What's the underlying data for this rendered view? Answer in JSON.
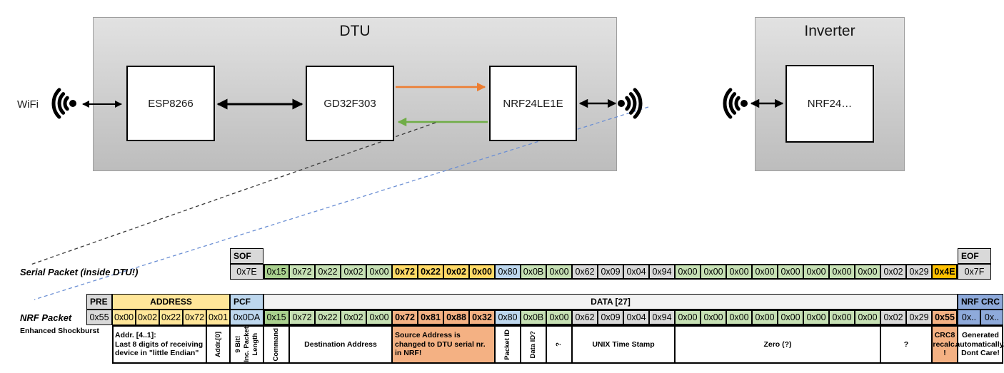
{
  "colors": {
    "box_gray": "#d2d2d2",
    "cell_gray": "#D9D9D9",
    "cell_green_dark": "#A9D08E",
    "cell_green": "#C6E0B4",
    "cell_yellow_bold": "#FFD966",
    "cell_gold": "#FFC000",
    "cell_salmon": "#F4B183",
    "cell_blue_light": "#BDD7EE",
    "cell_blue_mid": "#8EAADB",
    "header_yellow": "#FFE699",
    "header_data": "#F2F2F2",
    "arrow_orange": "#ED7D31",
    "arrow_green": "#70AD47",
    "dashed_blue": "#6B8FD4"
  },
  "diagram": {
    "wifi_label": "WiFi",
    "dtu": {
      "title": "DTU",
      "chips": [
        "ESP8266",
        "GD32F303",
        "NRF24LE1E"
      ]
    },
    "inverter": {
      "title": "Inverter",
      "chips": [
        "NRF24…"
      ]
    },
    "icons": [
      "wifi-signal-icon",
      "wifi-signal-icon",
      "wifi-signal-icon"
    ]
  },
  "serial_packet": {
    "label": "Serial Packet (inside DTU!)",
    "sof_header": "SOF",
    "sof_value": "0x7E",
    "eof_header": "EOF",
    "eof_value": "0x7F",
    "bytes": [
      {
        "v": "0x15",
        "c": "gdark"
      },
      {
        "v": "0x72",
        "c": "green"
      },
      {
        "v": "0x22",
        "c": "green"
      },
      {
        "v": "0x02",
        "c": "green"
      },
      {
        "v": "0x00",
        "c": "green"
      },
      {
        "v": "0x72",
        "c": "yellow"
      },
      {
        "v": "0x22",
        "c": "yellow"
      },
      {
        "v": "0x02",
        "c": "yellow"
      },
      {
        "v": "0x00",
        "c": "yellow"
      },
      {
        "v": "0x80",
        "c": "blue"
      },
      {
        "v": "0x0B",
        "c": "green"
      },
      {
        "v": "0x00",
        "c": "green"
      },
      {
        "v": "0x62",
        "c": "gray"
      },
      {
        "v": "0x09",
        "c": "gray"
      },
      {
        "v": "0x04",
        "c": "gray"
      },
      {
        "v": "0x94",
        "c": "gray"
      },
      {
        "v": "0x00",
        "c": "green"
      },
      {
        "v": "0x00",
        "c": "green"
      },
      {
        "v": "0x00",
        "c": "green"
      },
      {
        "v": "0x00",
        "c": "green"
      },
      {
        "v": "0x00",
        "c": "green"
      },
      {
        "v": "0x00",
        "c": "green"
      },
      {
        "v": "0x00",
        "c": "green"
      },
      {
        "v": "0x00",
        "c": "green"
      },
      {
        "v": "0x02",
        "c": "gray"
      },
      {
        "v": "0x29",
        "c": "gray"
      },
      {
        "v": "0x4E",
        "c": "gold"
      }
    ]
  },
  "nrf_packet": {
    "label": "NRF Packet",
    "sublabel": "Enhanced Shockburst",
    "pre_header": "PRE",
    "pre_value": "0x55",
    "address_header": "ADDRESS",
    "address_bytes": [
      "0x00",
      "0x02",
      "0x22",
      "0x72",
      "0x01"
    ],
    "pcf_header": "PCF",
    "pcf_value": "0x0DA",
    "data_header": "DATA [27]",
    "bytes": [
      {
        "v": "0x15",
        "c": "gdark"
      },
      {
        "v": "0x72",
        "c": "green"
      },
      {
        "v": "0x22",
        "c": "green"
      },
      {
        "v": "0x02",
        "c": "green"
      },
      {
        "v": "0x00",
        "c": "green"
      },
      {
        "v": "0x72",
        "c": "salmon"
      },
      {
        "v": "0x81",
        "c": "salmon"
      },
      {
        "v": "0x88",
        "c": "salmon"
      },
      {
        "v": "0x32",
        "c": "salmon"
      },
      {
        "v": "0x80",
        "c": "blue"
      },
      {
        "v": "0x0B",
        "c": "green"
      },
      {
        "v": "0x00",
        "c": "green"
      },
      {
        "v": "0x62",
        "c": "gray"
      },
      {
        "v": "0x09",
        "c": "gray"
      },
      {
        "v": "0x04",
        "c": "gray"
      },
      {
        "v": "0x94",
        "c": "gray"
      },
      {
        "v": "0x00",
        "c": "green"
      },
      {
        "v": "0x00",
        "c": "green"
      },
      {
        "v": "0x00",
        "c": "green"
      },
      {
        "v": "0x00",
        "c": "green"
      },
      {
        "v": "0x00",
        "c": "green"
      },
      {
        "v": "0x00",
        "c": "green"
      },
      {
        "v": "0x00",
        "c": "green"
      },
      {
        "v": "0x00",
        "c": "green"
      },
      {
        "v": "0x02",
        "c": "gray"
      },
      {
        "v": "0x29",
        "c": "gray"
      },
      {
        "v": "0x55",
        "c": "salmon"
      }
    ],
    "crc_header": "NRF CRC",
    "crc_values": [
      "0x..",
      "0x.."
    ]
  },
  "annotations": [
    {
      "text": "Addr. [4..1]:\nLast 8 digits of receiving device in \"little Endian\"",
      "vertical": false,
      "align": "left",
      "bg": "white"
    },
    {
      "text": "Addr.[0]",
      "vertical": true,
      "bg": "white"
    },
    {
      "text": "9 Bit!\nInc. Packet\nLength",
      "vertical": true,
      "bg": "white"
    },
    {
      "text": "Command",
      "vertical": true,
      "bg": "white"
    },
    {
      "text": "Destination Address",
      "vertical": false,
      "bg": "white"
    },
    {
      "text": "Source Address is changed to DTU serial nr. in NRF!",
      "vertical": false,
      "align": "left",
      "bg": "salmon"
    },
    {
      "text": "Packet ID",
      "vertical": true,
      "bg": "white"
    },
    {
      "text": "Data ID?",
      "vertical": true,
      "bg": "white"
    },
    {
      "text": "?",
      "vertical": true,
      "bg": "white"
    },
    {
      "text": "UNIX Time Stamp",
      "vertical": false,
      "bg": "white"
    },
    {
      "text": "Zero (?)",
      "vertical": false,
      "bg": "white"
    },
    {
      "text": "?",
      "vertical": false,
      "bg": "white"
    },
    {
      "text": "CRC8 recalc. !",
      "vertical": false,
      "bg": "salmon"
    },
    {
      "text": "Generated automatically. Dont Care!",
      "vertical": false,
      "bg": "white"
    }
  ]
}
